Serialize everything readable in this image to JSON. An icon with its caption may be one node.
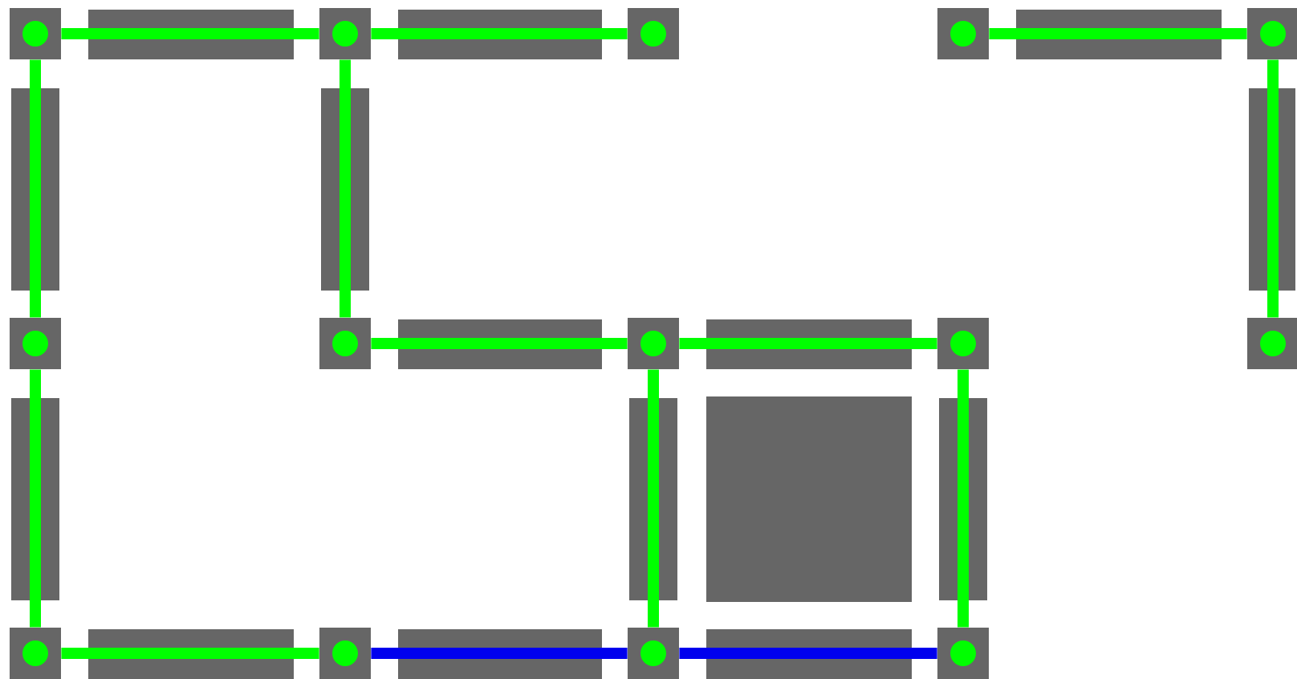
{
  "diagram": {
    "nodes": [
      {
        "text": [],
        "shape": "box"
      },
      {
        "text": [],
        "shape": "box"
      },
      {
        "text": [],
        "shape": "box"
      },
      {
        "text": [],
        "shape": "box"
      },
      {
        "text": [],
        "shape": "box"
      },
      {
        "text": [],
        "shape": "box"
      },
      {
        "text": [],
        "shape": "box"
      },
      {
        "text": [],
        "shape": "box"
      },
      {
        "text": [],
        "shape": "box"
      },
      {
        "text": [],
        "shape": "box"
      },
      {
        "text": [],
        "shape": "box"
      },
      {
        "text": [],
        "shape": "box"
      },
      {
        "text": [],
        "shape": "box"
      },
      {
        "text": [],
        "shape": "box"
      }
    ],
    "edges": [
      {
        "from": 0,
        "to": 1,
        "arrow": "none"
      },
      {
        "from": 1,
        "to": 2,
        "arrow": "none"
      },
      {
        "from": 3,
        "to": 4,
        "arrow": "none"
      },
      {
        "from": 0,
        "to": 5,
        "arrow": "none"
      },
      {
        "from": 1,
        "to": 6,
        "arrow": "none"
      },
      {
        "from": 4,
        "to": 9,
        "arrow": "none"
      },
      {
        "from": 6,
        "to": 7,
        "arrow": "none"
      },
      {
        "from": 7,
        "to": 8,
        "arrow": "none"
      },
      {
        "from": 5,
        "to": 10,
        "arrow": "none"
      },
      {
        "from": 7,
        "to": 12,
        "arrow": "none"
      },
      {
        "from": 8,
        "to": 13,
        "arrow": "none"
      },
      {
        "from": 10,
        "to": 11,
        "arrow": "none"
      },
      {
        "from": 11,
        "to": 12,
        "arrow": "none",
        "color": "#0000ee"
      },
      {
        "from": 12,
        "to": 13,
        "arrow": "none",
        "color": "#0000ee"
      }
    ]
  }
}
